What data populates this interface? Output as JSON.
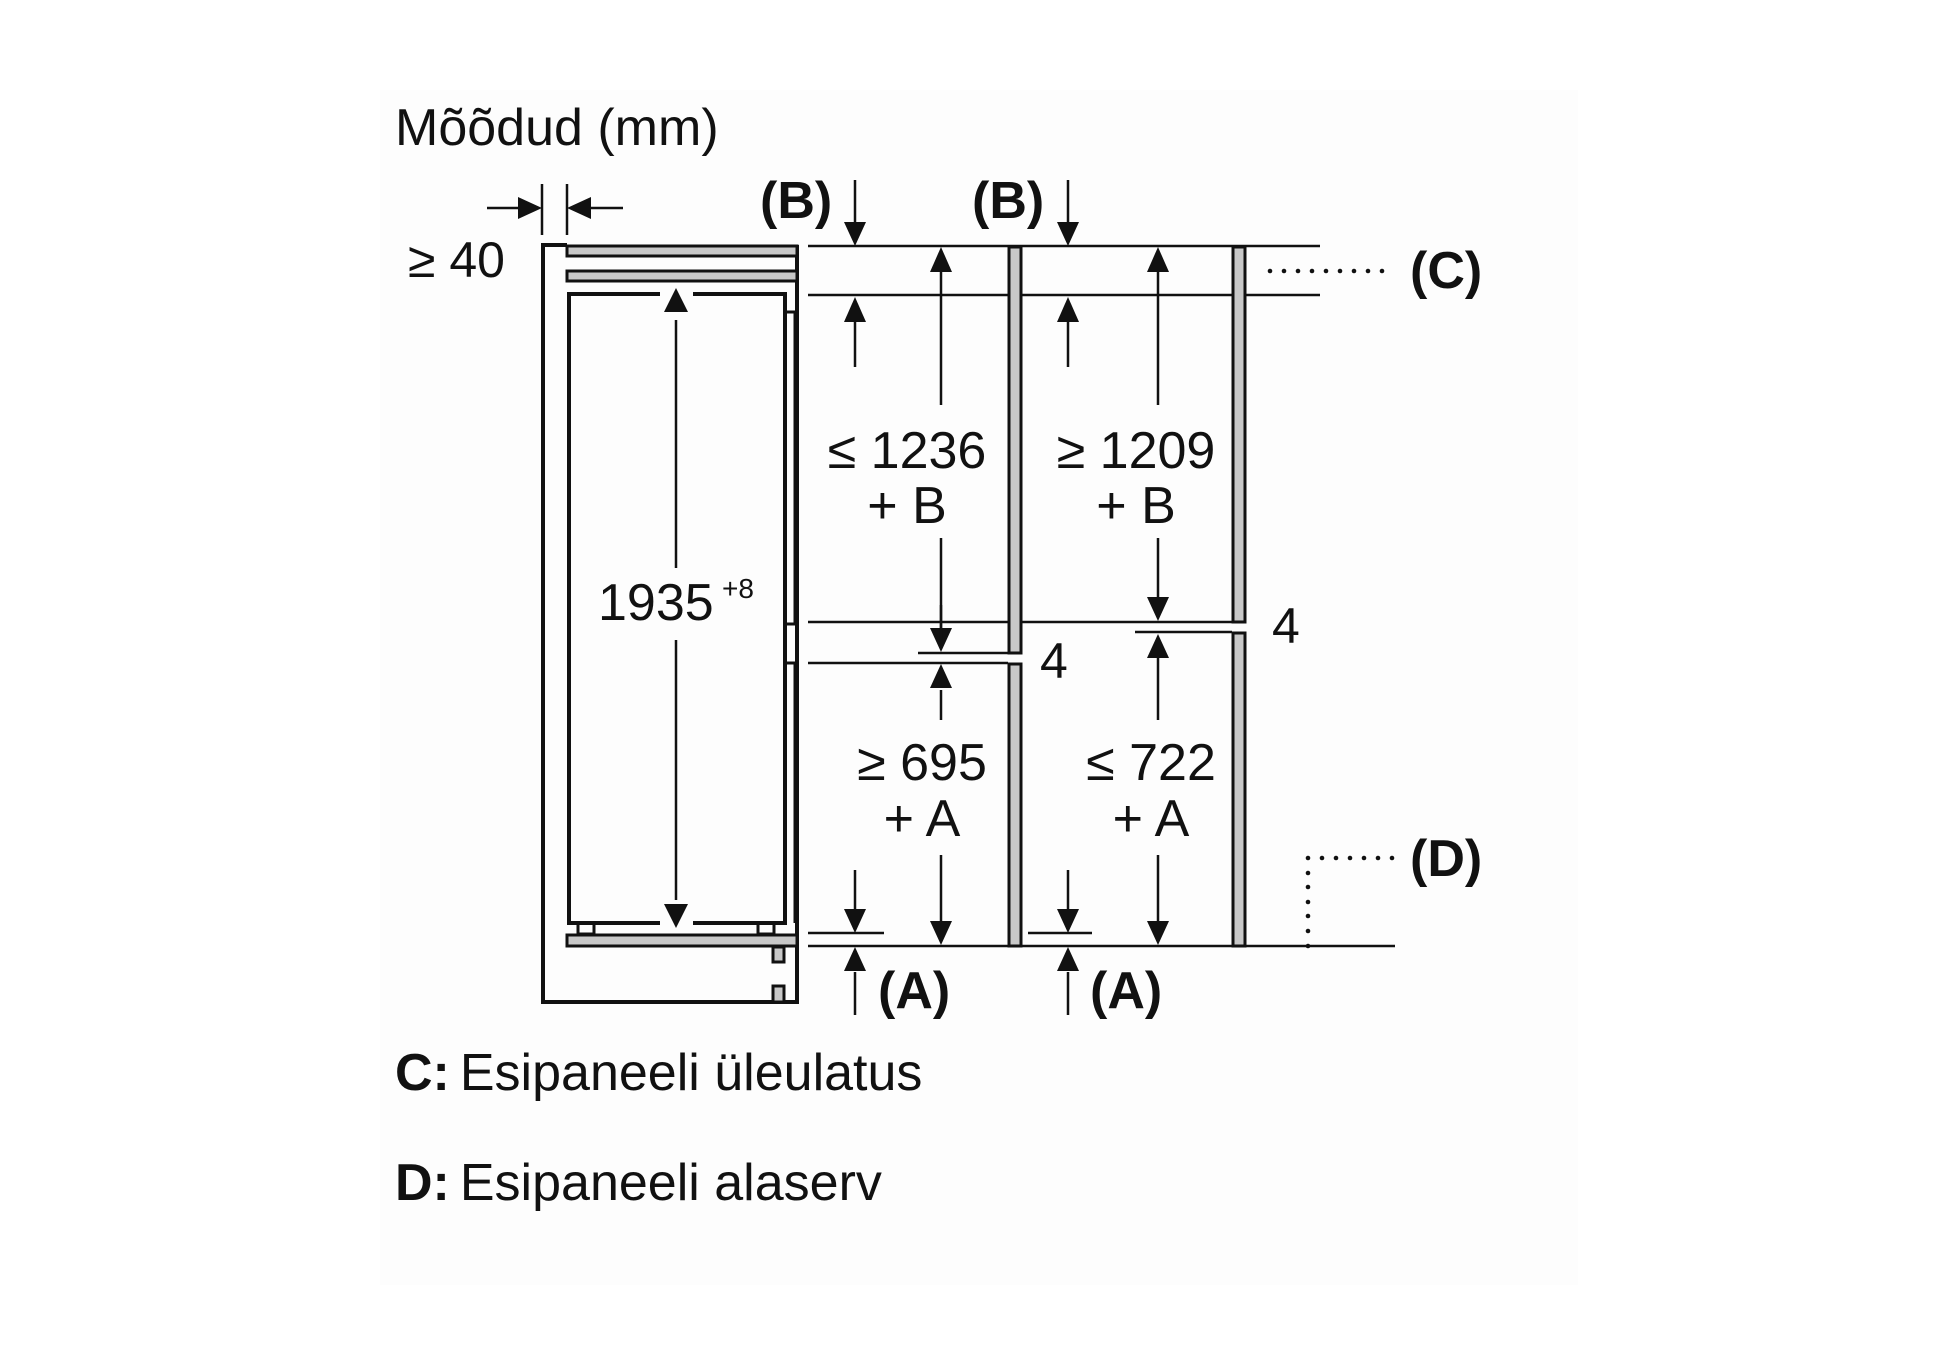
{
  "title": "Mõõdud (mm)",
  "colors": {
    "line": "#111111",
    "panel_fill": "#c8c8c8",
    "background": "#ffffff"
  },
  "dimensions": {
    "gap_side": "≥ 40",
    "height_total": "1935",
    "height_total_tolerance": "+8",
    "upper_left_value": "≤ 1236",
    "upper_left_suffix": "+ B",
    "upper_right_value": "≥ 1209",
    "upper_right_suffix": "+ B",
    "lower_left_value": "≥ 695",
    "lower_left_suffix": "+ A",
    "lower_right_value": "≤ 722",
    "lower_right_suffix": "+ A",
    "gap_left": "4",
    "gap_right": "4"
  },
  "markers": {
    "b_left": "(B)",
    "b_right": "(B)",
    "a_left": "(A)",
    "a_right": "(A)",
    "c": "(C)",
    "d": "(D)"
  },
  "legend": [
    {
      "key": "C:",
      "text": "Esipaneeli üleulatus"
    },
    {
      "key": "D:",
      "text": "Esipaneeli alaserv"
    }
  ]
}
